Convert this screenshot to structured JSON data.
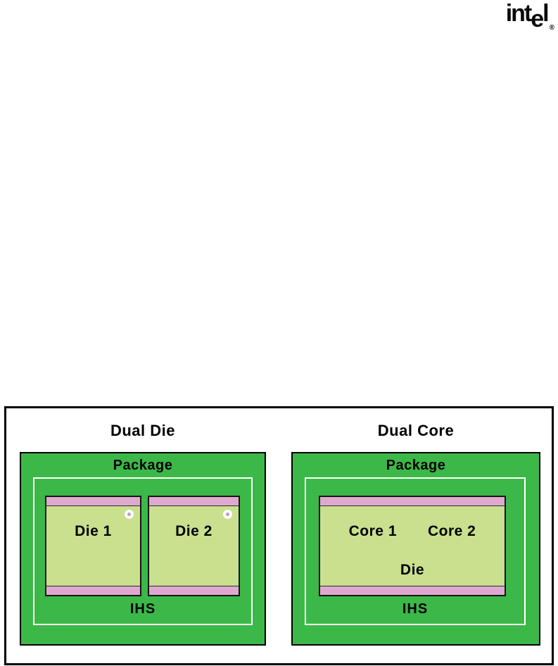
{
  "logo": {
    "part1": "int",
    "part2": "e",
    "part3": "l",
    "registered": "®"
  },
  "colors": {
    "package_green": "#3cb848",
    "die_fill": "#c9e08e",
    "pink_strip": "#dfa9cf",
    "frame_border": "#000000",
    "ihs_border": "#ffffff",
    "marker_dot": "#bf9db8",
    "text": "#000000"
  },
  "diagram": {
    "left": {
      "title": "Dual Die",
      "package_label": "Package",
      "dies": [
        {
          "label": "Die 1"
        },
        {
          "label": "Die 2"
        }
      ],
      "ihs_label": "IHS"
    },
    "right": {
      "title": "Dual Core",
      "package_label": "Package",
      "cores": [
        {
          "label": "Core 1"
        },
        {
          "label": "Core 2"
        }
      ],
      "die_label": "Die",
      "ihs_label": "IHS"
    }
  }
}
